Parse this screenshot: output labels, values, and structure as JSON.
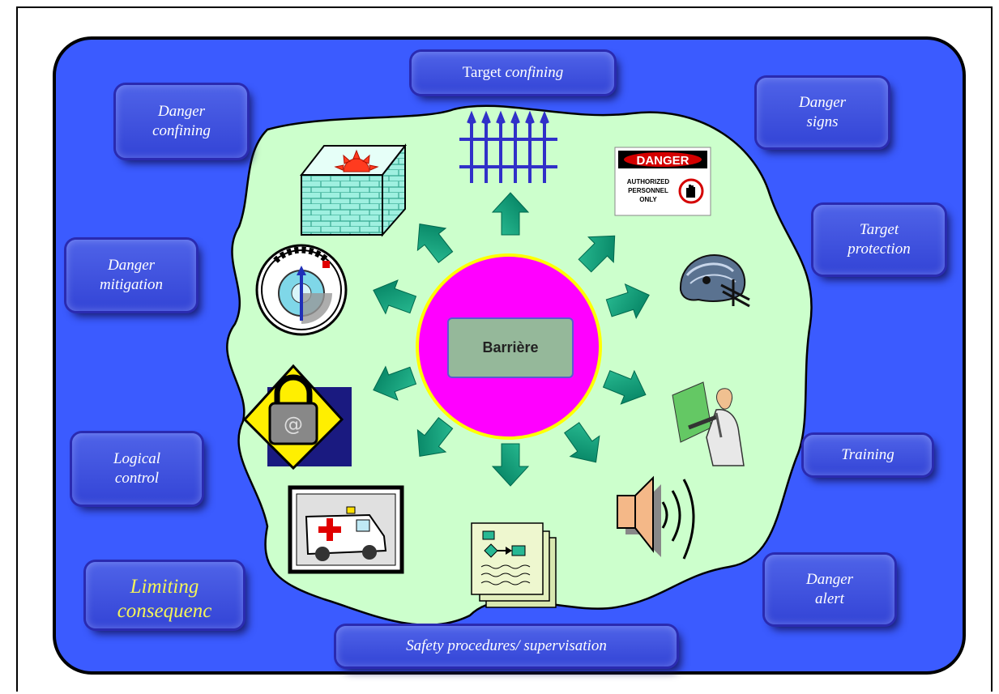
{
  "center": {
    "label": "Barrière"
  },
  "labels": {
    "target_confining": {
      "plain": "Target ",
      "italic": "confining"
    },
    "danger_confining": "Danger\nconfining",
    "danger_signs": "Danger\nsigns",
    "danger_mitigation": "Danger\nmitigation",
    "target_protection": "Target\nprotection",
    "logical_control": "Logical\ncontrol",
    "training": "Training",
    "limiting_consequence": "Limiting\nconsequenc",
    "danger_alert": "Danger\nalert",
    "safety_procedures": "Safety procedures/  supervisation"
  },
  "sign": {
    "header": "DANGER",
    "line1": "AUTHORIZED",
    "line2": "PERSONNEL",
    "line3": "ONLY"
  },
  "lock_symbol": "@",
  "colors": {
    "panel": "#3b5bff",
    "blob": "#ccffcc",
    "circle": "#ff00ff",
    "circle_ring": "#ffff00",
    "arrow": "#009b78",
    "label_text_yellow": "#f3f35a"
  }
}
